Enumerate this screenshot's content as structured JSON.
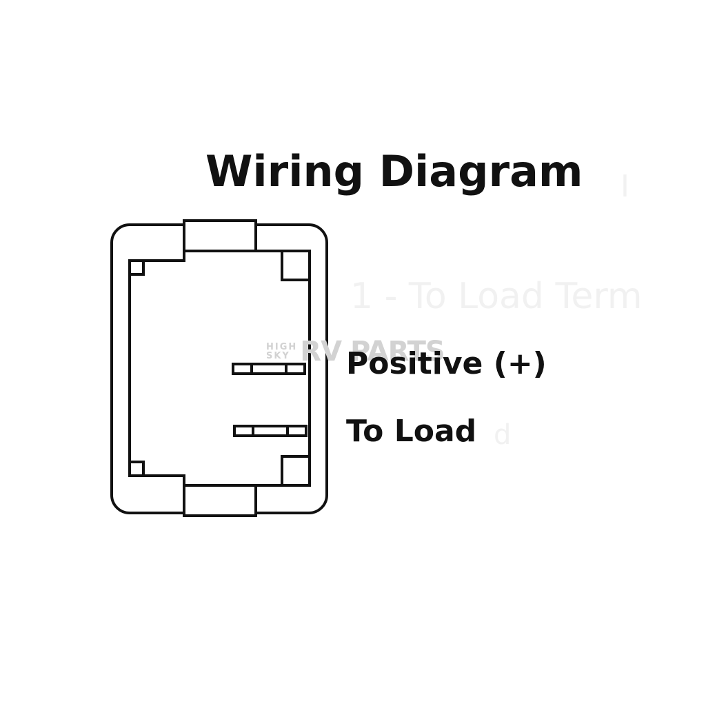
{
  "diagram": {
    "title": "Wiring Diagram",
    "terminals": [
      {
        "label": "Positive (+)"
      },
      {
        "label": "To Load"
      }
    ],
    "background_text": [
      "1 - To Load Term",
      "I",
      "d"
    ],
    "watermark": {
      "small_top": "HIGH",
      "small_bottom": "SKY",
      "brand": "RV PARTS"
    },
    "colors": {
      "line": "#111111",
      "background": "#ffffff",
      "watermark": "#d2d2d2",
      "ghost_text": "#f1f1f1"
    }
  }
}
